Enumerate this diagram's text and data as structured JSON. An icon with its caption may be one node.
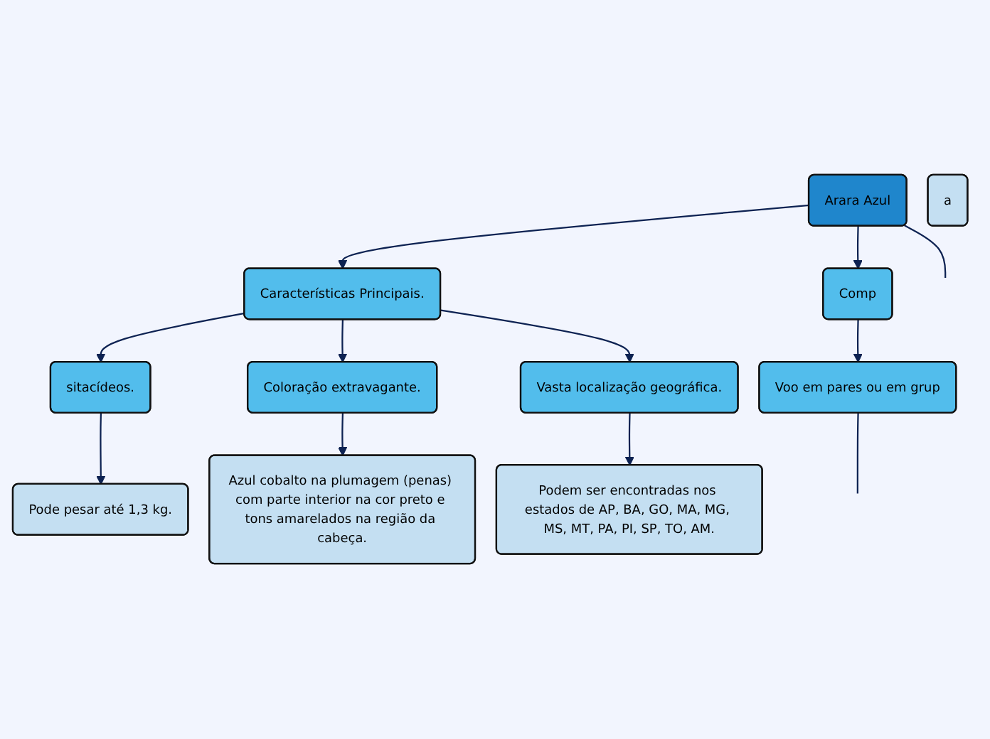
{
  "diagram": {
    "nodes": [
      {
        "text": [
          "Arara Azul"
        ]
      },
      {
        "text": [
          "Características Principais."
        ]
      },
      {
        "text": [
          "Comp"
        ]
      },
      {
        "text": [
          "sitacídeos."
        ]
      },
      {
        "text": [
          "Coloração extravagante."
        ]
      },
      {
        "text": [
          "Vasta localização geográfica."
        ]
      },
      {
        "text": [
          "a"
        ]
      },
      {
        "text": [
          "Pode pesar até 1,3 kg."
        ]
      },
      {
        "text": [
          "Azul cobalto na plumagem (penas) com parte interior na cor preto e tons amarelados na região da cabeça."
        ]
      },
      {
        "text": [
          "Podem ser encontradas nos estados de AP, BA, GO, MA, MG, MS, MT, PA, PI, SP, TO, AM."
        ]
      },
      {
        "text": [
          "Voo em pares ou em grup"
        ]
      }
    ],
    "edges": [
      {
        "from": 0,
        "to": null,
        "arrow": "none"
      },
      {
        "from": 0,
        "to": 1,
        "arrow": "to"
      },
      {
        "from": 0,
        "to": 2,
        "arrow": "to"
      },
      {
        "from": 1,
        "to": 3,
        "arrow": "to"
      },
      {
        "from": 1,
        "to": 4,
        "arrow": "to"
      },
      {
        "from": 1,
        "to": 5,
        "arrow": "to"
      },
      {
        "from": 3,
        "to": 7,
        "arrow": "to"
      },
      {
        "from": 4,
        "to": 8,
        "arrow": "to"
      },
      {
        "from": 5,
        "to": 9,
        "arrow": "to"
      },
      {
        "from": 2,
        "to": 10,
        "arrow": "to"
      },
      {
        "from": 10,
        "to": null,
        "arrow": "none"
      }
    ]
  }
}
